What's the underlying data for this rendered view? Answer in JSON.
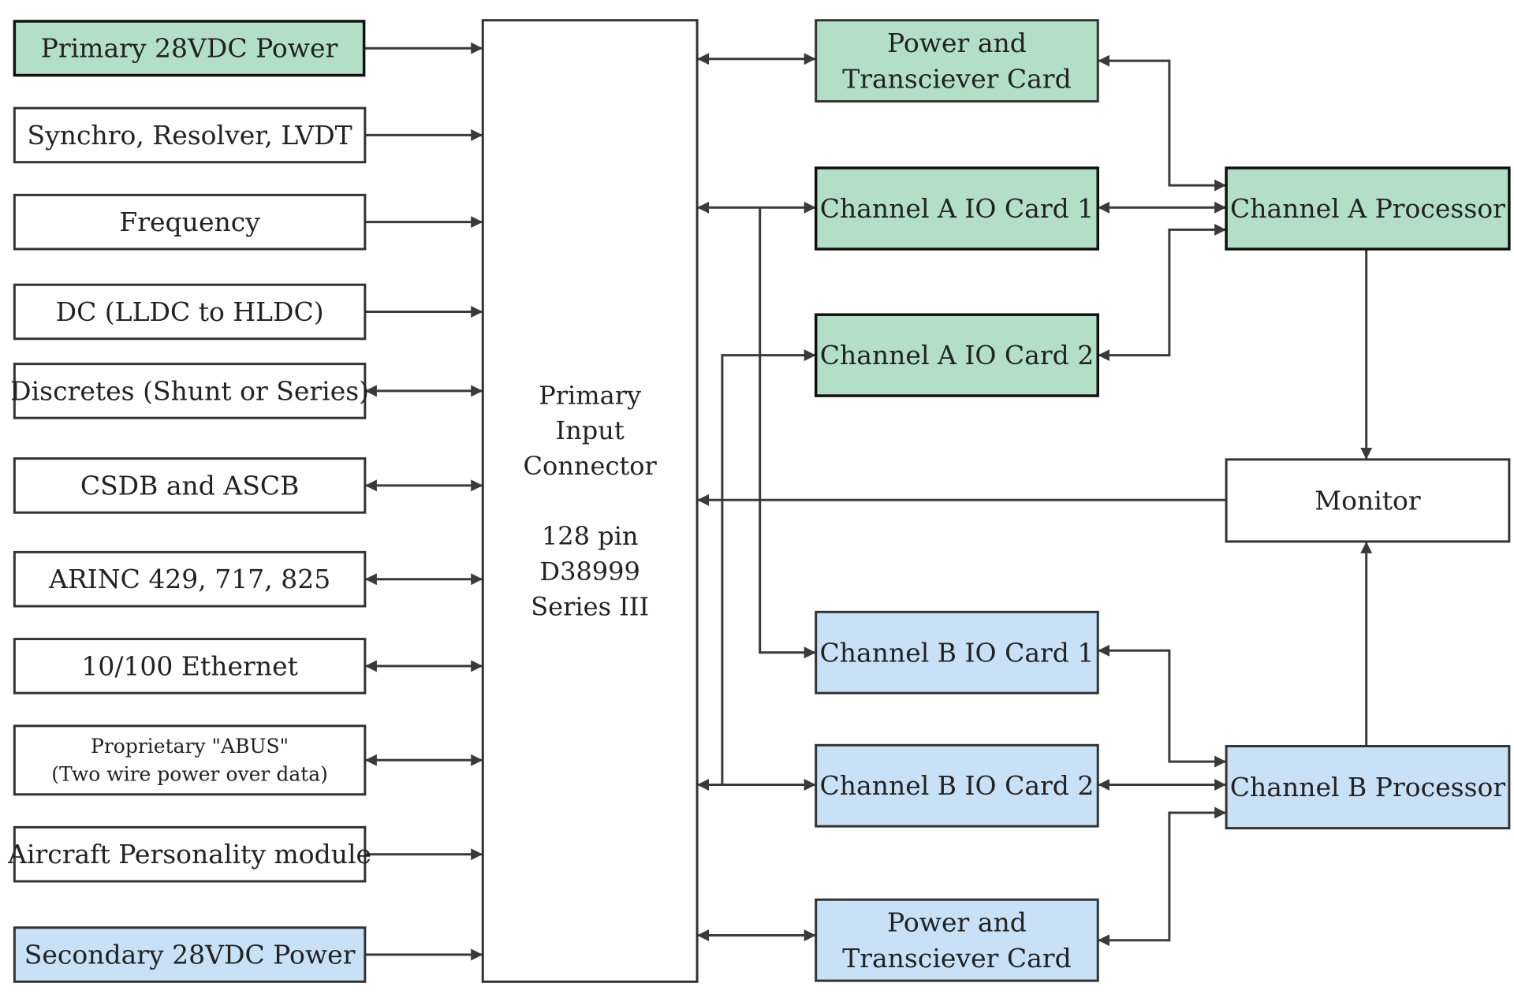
{
  "colors": {
    "channel_a": "#b2dfc5",
    "channel_b": "#c8e1f7",
    "plain": "#ffffff",
    "line": "#3a3a3a"
  },
  "inputs": [
    {
      "lines": [
        "Primary 28VDC Power"
      ],
      "fill": "channel_a"
    },
    {
      "lines": [
        "Synchro, Resolver, LVDT"
      ],
      "fill": "plain"
    },
    {
      "lines": [
        "Frequency"
      ],
      "fill": "plain"
    },
    {
      "lines": [
        "DC (LLDC to HLDC)"
      ],
      "fill": "plain"
    },
    {
      "lines": [
        "Discretes (Shunt or Series)"
      ],
      "fill": "plain"
    },
    {
      "lines": [
        "CSDB and ASCB"
      ],
      "fill": "plain"
    },
    {
      "lines": [
        "ARINC 429, 717, 825"
      ],
      "fill": "plain"
    },
    {
      "lines": [
        "10/100 Ethernet"
      ],
      "fill": "plain"
    },
    {
      "lines": [
        "Proprietary \"ABUS\"",
        "(Two wire power over data)"
      ],
      "fill": "plain"
    },
    {
      "lines": [
        "Aircraft Personality module"
      ],
      "fill": "plain"
    },
    {
      "lines": [
        "Secondary 28VDC Power"
      ],
      "fill": "channel_b"
    }
  ],
  "connector": {
    "lines": [
      "Primary",
      "Input",
      "Connector",
      "",
      "128 pin",
      "D38999",
      "Series III"
    ]
  },
  "cards": [
    {
      "lines": [
        "Power and",
        "Transciever Card"
      ],
      "fill": "channel_a"
    },
    {
      "lines": [
        "Channel A IO Card 1"
      ],
      "fill": "channel_a"
    },
    {
      "lines": [
        "Channel A IO Card 2"
      ],
      "fill": "channel_a"
    },
    {
      "lines": [
        "Channel B IO Card 1"
      ],
      "fill": "channel_b"
    },
    {
      "lines": [
        "Channel B IO Card 2"
      ],
      "fill": "channel_b"
    },
    {
      "lines": [
        "Power and",
        "Transciever Card"
      ],
      "fill": "channel_b"
    }
  ],
  "processors": [
    {
      "lines": [
        "Channel A Processor"
      ],
      "fill": "channel_a"
    },
    {
      "lines": [
        "Monitor"
      ],
      "fill": "plain"
    },
    {
      "lines": [
        "Channel B Processor"
      ],
      "fill": "channel_b"
    }
  ]
}
